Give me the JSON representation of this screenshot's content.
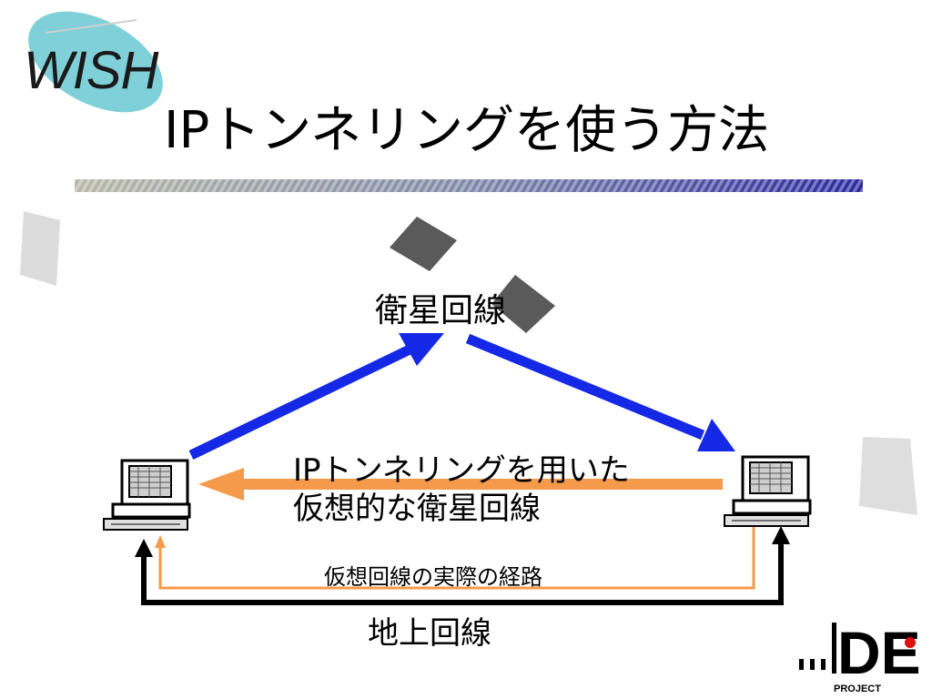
{
  "logo": {
    "text": "WISH"
  },
  "title": "IPトンネリングを使う方法",
  "diagram": {
    "satellite_label": "衛星回線",
    "virtual_label_line1": "IPトンネリングを用いた",
    "virtual_label_line2": "仮想的な衛星回線",
    "path_label": "仮想回線の実際の経路",
    "ground_label": "地上回線"
  },
  "corner_logo": {
    "text": "DE",
    "subtext": "PROJECT"
  },
  "colors": {
    "blue_arrow": "#1428e6",
    "orange_arrow": "#f59a4a",
    "ground_line": "#000000",
    "satellite": "#5a5a5a",
    "logo_ellipse": "#7fd0d8"
  }
}
